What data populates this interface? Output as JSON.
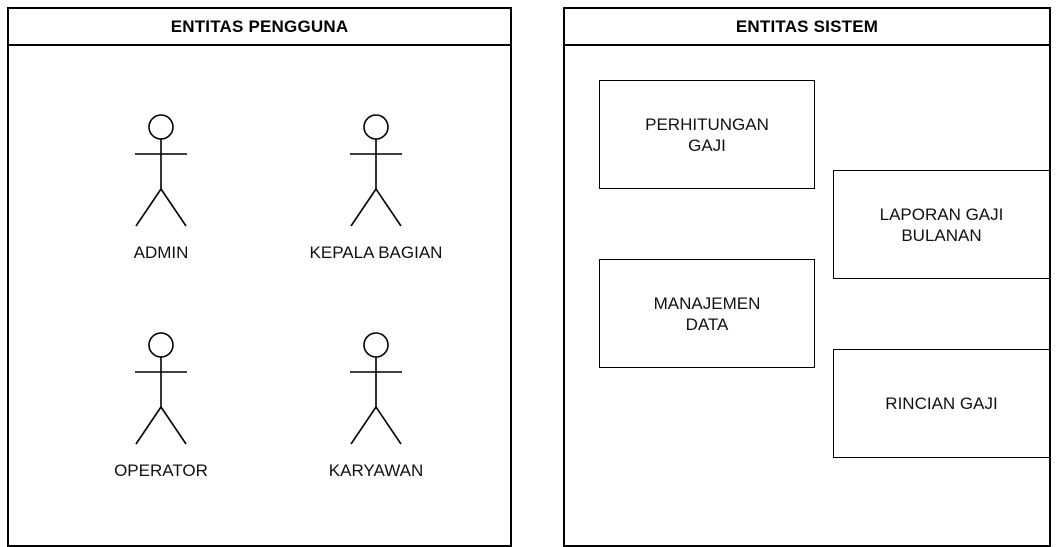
{
  "left_panel": {
    "title": "ENTITAS PENGGUNA",
    "actors": [
      {
        "label": "ADMIN"
      },
      {
        "label": "KEPALA BAGIAN"
      },
      {
        "label": "OPERATOR"
      },
      {
        "label": "KARYAWAN"
      }
    ]
  },
  "right_panel": {
    "title": "ENTITAS SISTEM",
    "boxes": [
      {
        "label": "PERHITUNGAN\nGAJI"
      },
      {
        "label": "LAPORAN GAJI\nBULANAN"
      },
      {
        "label": "MANAJEMEN\nDATA"
      },
      {
        "label": "RINCIAN GAJI"
      }
    ]
  }
}
